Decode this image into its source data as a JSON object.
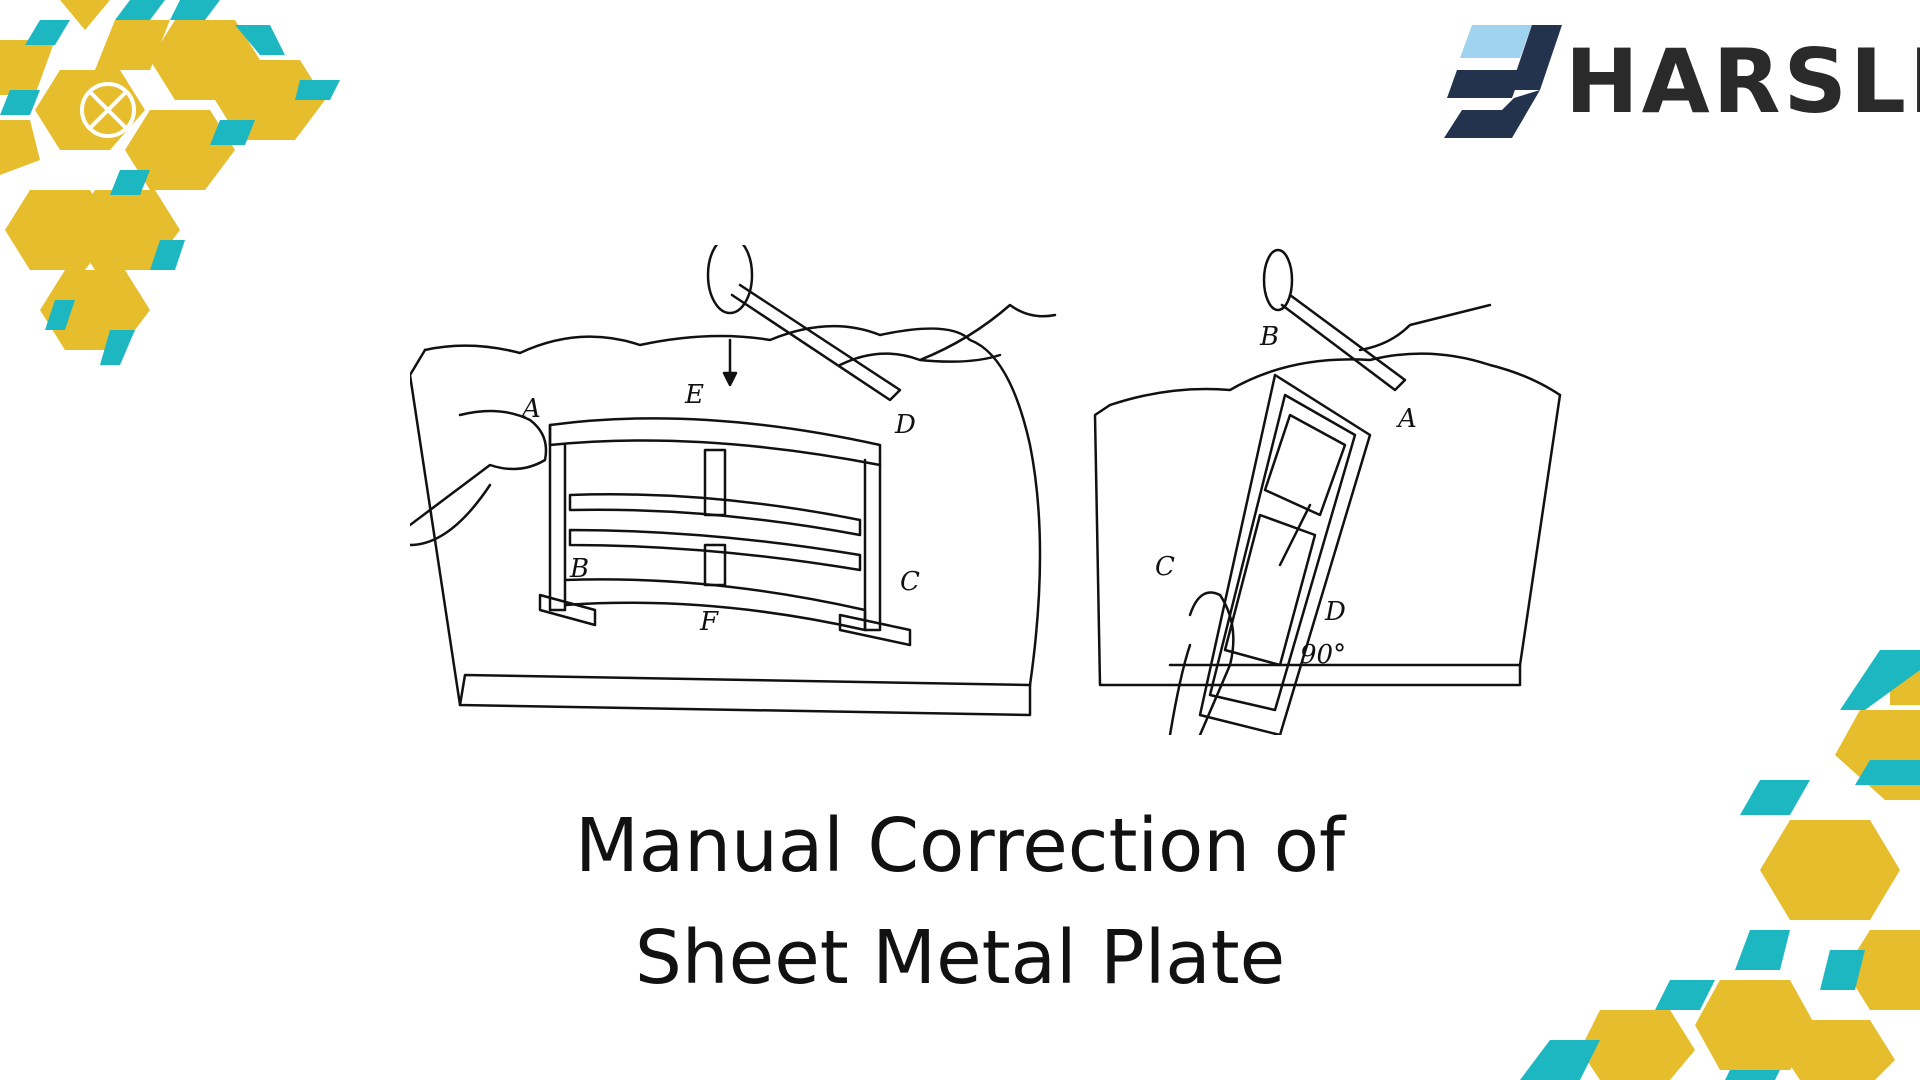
{
  "brand": {
    "name": "HARSLE",
    "colors": {
      "yellow": "#E6BD2C",
      "teal": "#1DB7C2",
      "navy": "#23324D",
      "light_blue": "#9FD3EE",
      "text": "#2A2A2A"
    }
  },
  "title": {
    "line1": "Manual Correction of",
    "line2": "Sheet Metal Plate"
  },
  "figure": {
    "left_labels": {
      "a": "A",
      "b": "B",
      "c": "C",
      "d": "D",
      "e": "E",
      "f": "F"
    },
    "right_labels": {
      "a": "A",
      "b": "B",
      "c": "C",
      "d": "D",
      "angle": "90°"
    }
  },
  "icons": [
    "hammer-icon",
    "hand-icon"
  ]
}
